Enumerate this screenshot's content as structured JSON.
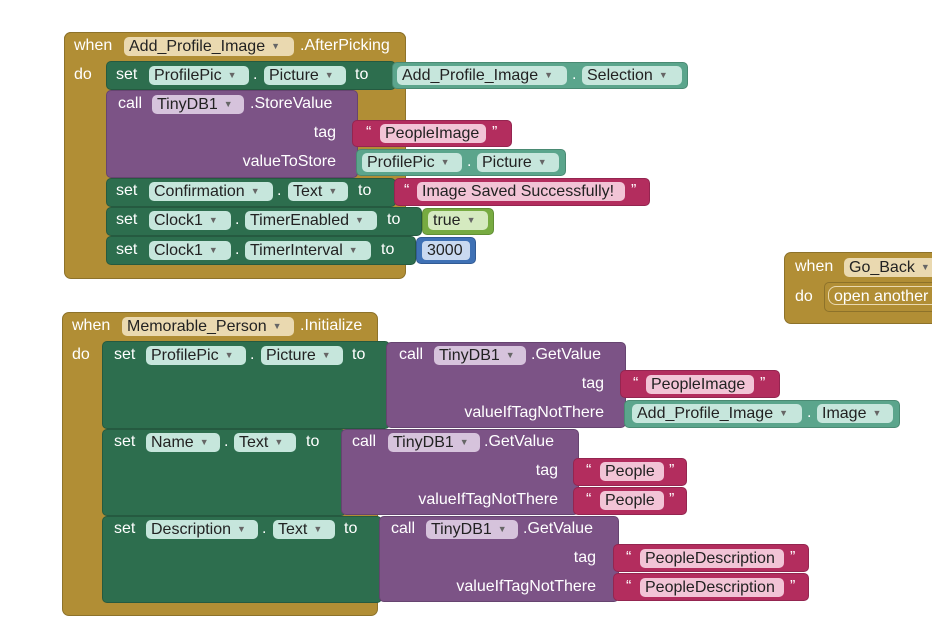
{
  "kw": {
    "when": "when",
    "do": "do",
    "set": "set",
    "call": "call",
    "to": "to",
    "dot": ".",
    "tag": "tag",
    "value_to_store": "valueToStore",
    "value_if": "valueIfTagNotThere",
    "q_open": "“",
    "q_close": "”"
  },
  "event1": {
    "component": "Add_Profile_Image",
    "event": ".AfterPicking",
    "set_pic": {
      "comp": "ProfilePic",
      "prop": "Picture",
      "src_comp": "Add_Profile_Image",
      "src_prop": "Selection"
    },
    "store": {
      "comp": "TinyDB1",
      "method": ".StoreValue",
      "tag_value": "PeopleImage",
      "val_comp": "ProfilePic",
      "val_prop": "Picture"
    },
    "set_conf": {
      "comp": "Confirmation",
      "prop": "Text",
      "value": "Image Saved Successfully!"
    },
    "set_timer_enabled": {
      "comp": "Clock1",
      "prop": "TimerEnabled",
      "value": "true"
    },
    "set_timer_interval": {
      "comp": "Clock1",
      "prop": "TimerInterval",
      "value": "3000"
    }
  },
  "event2": {
    "component": "Memorable_Person",
    "event": ".Initialize",
    "set_pic": {
      "comp": "ProfilePic",
      "prop": "Picture",
      "db": "TinyDB1",
      "method": ".GetValue",
      "tag": "PeopleImage",
      "def_comp": "Add_Profile_Image",
      "def_prop": "Image"
    },
    "set_name": {
      "comp": "Name",
      "prop": "Text",
      "db": "TinyDB1",
      "method": ".GetValue",
      "tag": "People",
      "def": "People"
    },
    "set_desc": {
      "comp": "Description",
      "prop": "Text",
      "db": "TinyDB1",
      "method": ".GetValue",
      "tag": "PeopleDescription",
      "def": "PeopleDescription"
    }
  },
  "event3": {
    "component": "Go_Back",
    "action": "open another"
  },
  "colors": {
    "event": "#b18e35",
    "component_setter": "#2d6e4e",
    "component_getter": "#5ba58c",
    "tinydb": "#7c5386",
    "text": "#b32d5e",
    "logic": "#77ab41",
    "math": "#3f71b5"
  },
  "icons": {
    "dropdown": "▼"
  }
}
